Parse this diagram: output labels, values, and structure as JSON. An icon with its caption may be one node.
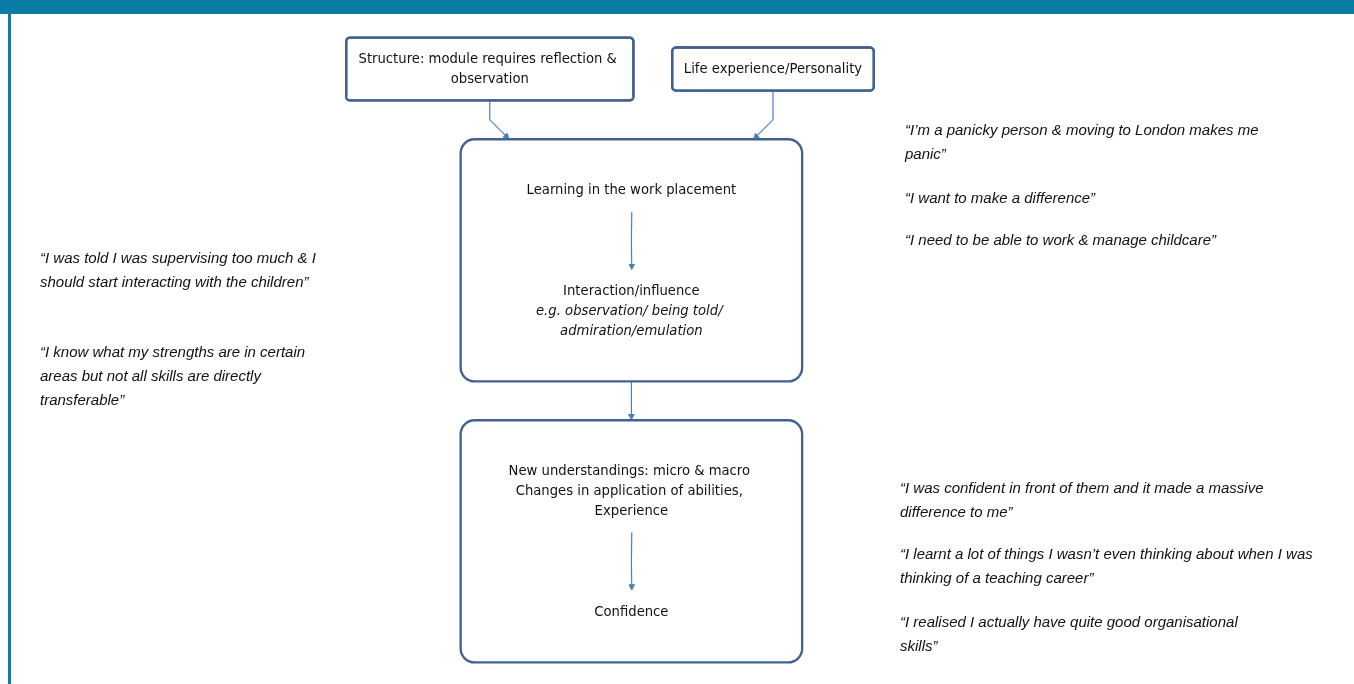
{
  "diagram": {
    "nodes": [
      {
        "text": [
          "Structure: module requires reflection & observation"
        ]
      },
      {
        "text": [
          "Life experience/Personality"
        ]
      },
      {
        "text": [],
        "shape": "box"
      },
      {
        "text": [
          "Learning in the work placement"
        ],
        "in": 2
      },
      {
        "text": [
          "Interaction/influence",
          "e.g. observation/ being told/ admiration/emulation"
        ],
        "in": 2
      },
      {
        "text": [],
        "shape": "box"
      },
      {
        "text": [
          "New understandings: micro & macro Changes in application of abilities, Experience"
        ],
        "in": 5
      },
      {
        "text": [
          "Confidence"
        ],
        "in": 5
      }
    ],
    "edges": [
      {
        "from": 0,
        "to": 2,
        "arrow": "to"
      },
      {
        "from": 1,
        "to": 2,
        "arrow": "to"
      },
      {
        "from": 3,
        "to": 4,
        "arrow": "to"
      },
      {
        "from": 2,
        "to": 5,
        "arrow": "to"
      },
      {
        "from": 6,
        "to": 7,
        "arrow": "to"
      }
    ],
    "labels": [
      "“I’m a panicky person & moving to London makes me panic”",
      "“I want to make a difference”",
      "“I need to be able to work & manage childcare”",
      "“I was told I was supervising too much & I should start interacting with the children”",
      "“I know what my strengths are in certain areas but not all skills are directly transferable”",
      "“I was confident in front of them and it made a massive difference to me”",
      "“I learnt a lot of things I wasn’t even thinking about when I was thinking of a teaching career”",
      "“I realised I actually have quite good organisational skills”"
    ]
  }
}
